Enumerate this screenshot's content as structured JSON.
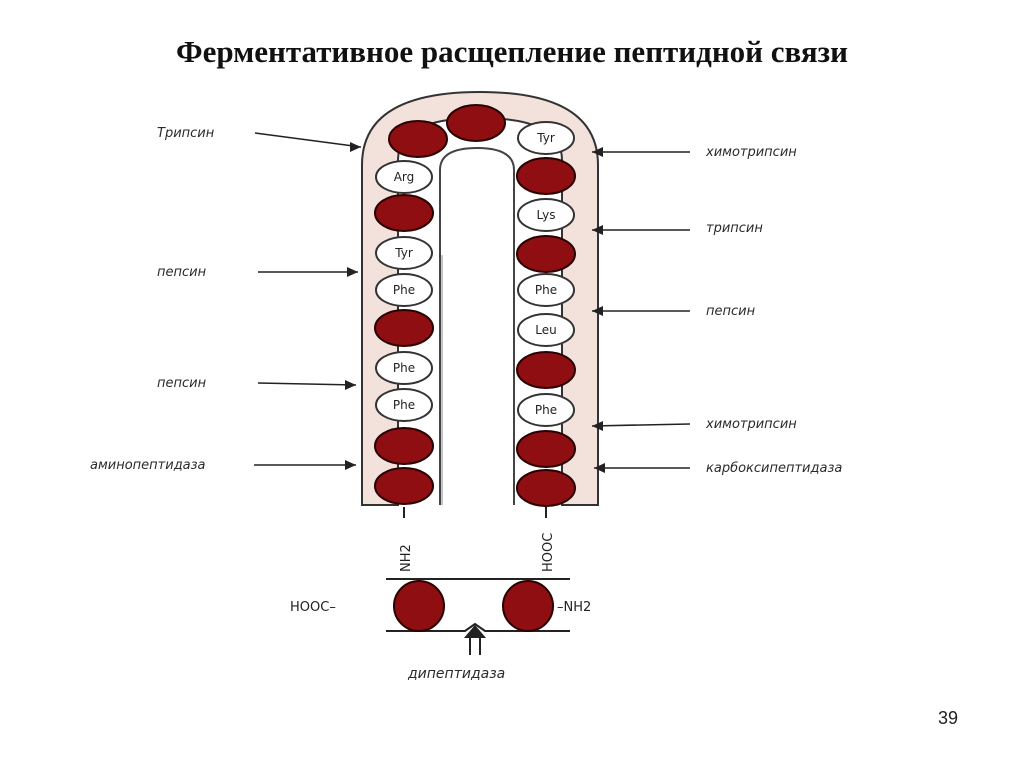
{
  "title": "Ферментативное расщепление пептидной связи",
  "page_number": "39",
  "colors": {
    "residue_fill": "#8e0e12",
    "residue_stroke": "#2a0000",
    "membrane_fill": "#f3e2dc",
    "named_residue_fill": "#ffffff"
  },
  "left_strand": [
    "Arg",
    "",
    "Tyr",
    "Phe",
    "",
    "Phe",
    "Phe",
    "",
    ""
  ],
  "top_strand": [
    "",
    ""
  ],
  "right_strand": [
    "Tyr",
    "",
    "Lys",
    "",
    "Phe",
    "Leu",
    "",
    "Phe",
    "",
    ""
  ],
  "left_labels": [
    "Трипсин",
    "пепсин",
    "пепсин",
    "аминопептидаза"
  ],
  "right_labels": [
    "химотрипсин",
    "трипсин",
    "пепсин",
    "химотрипсин",
    "карбоксипептидаза"
  ],
  "terminals": {
    "left": "NH2",
    "right": "HOOC"
  },
  "dipeptide": {
    "left_group": "HOOC–",
    "right_group": "–NH2",
    "enzyme": "дипептидаза"
  }
}
